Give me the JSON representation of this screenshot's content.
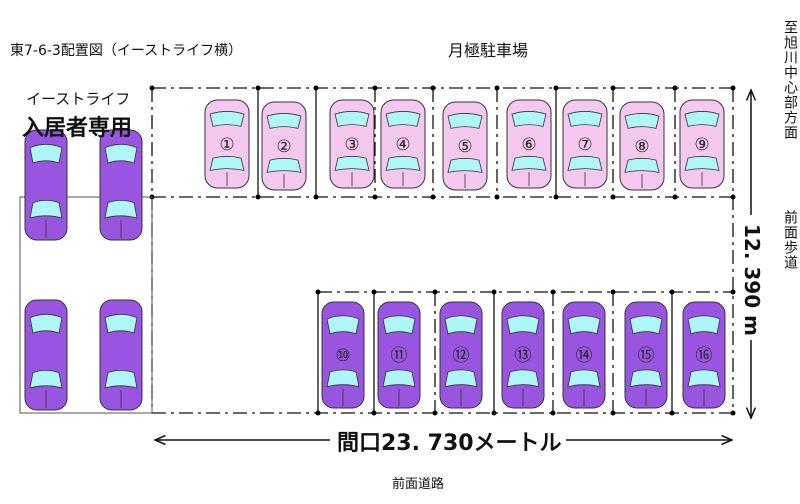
{
  "header": {
    "title": "東7-6-3配置図（イーストライフ横）",
    "lot_title": "月極駐車場"
  },
  "resident_area": {
    "subtitle": "イーストライフ",
    "label": "入居者専用"
  },
  "directions": {
    "destination": "至旭川中心部方面",
    "sidewalk": "前面歩道",
    "road": "前面道路"
  },
  "dimensions": {
    "depth": "12. 390 m",
    "frontage": "間口23. 730メートル"
  },
  "colors": {
    "monthly_car": "#f5c8f0",
    "resident_car": "#9955e0",
    "glass": "#aef6f8"
  },
  "top_row_spaces": [
    "①",
    "②",
    "③",
    "④",
    "⑤",
    "⑥",
    "⑦",
    "⑧",
    "⑨"
  ],
  "bottom_row_spaces": [
    "⑩",
    "⑪",
    "⑫",
    "⑬",
    "⑭",
    "⑮",
    "⑯"
  ]
}
